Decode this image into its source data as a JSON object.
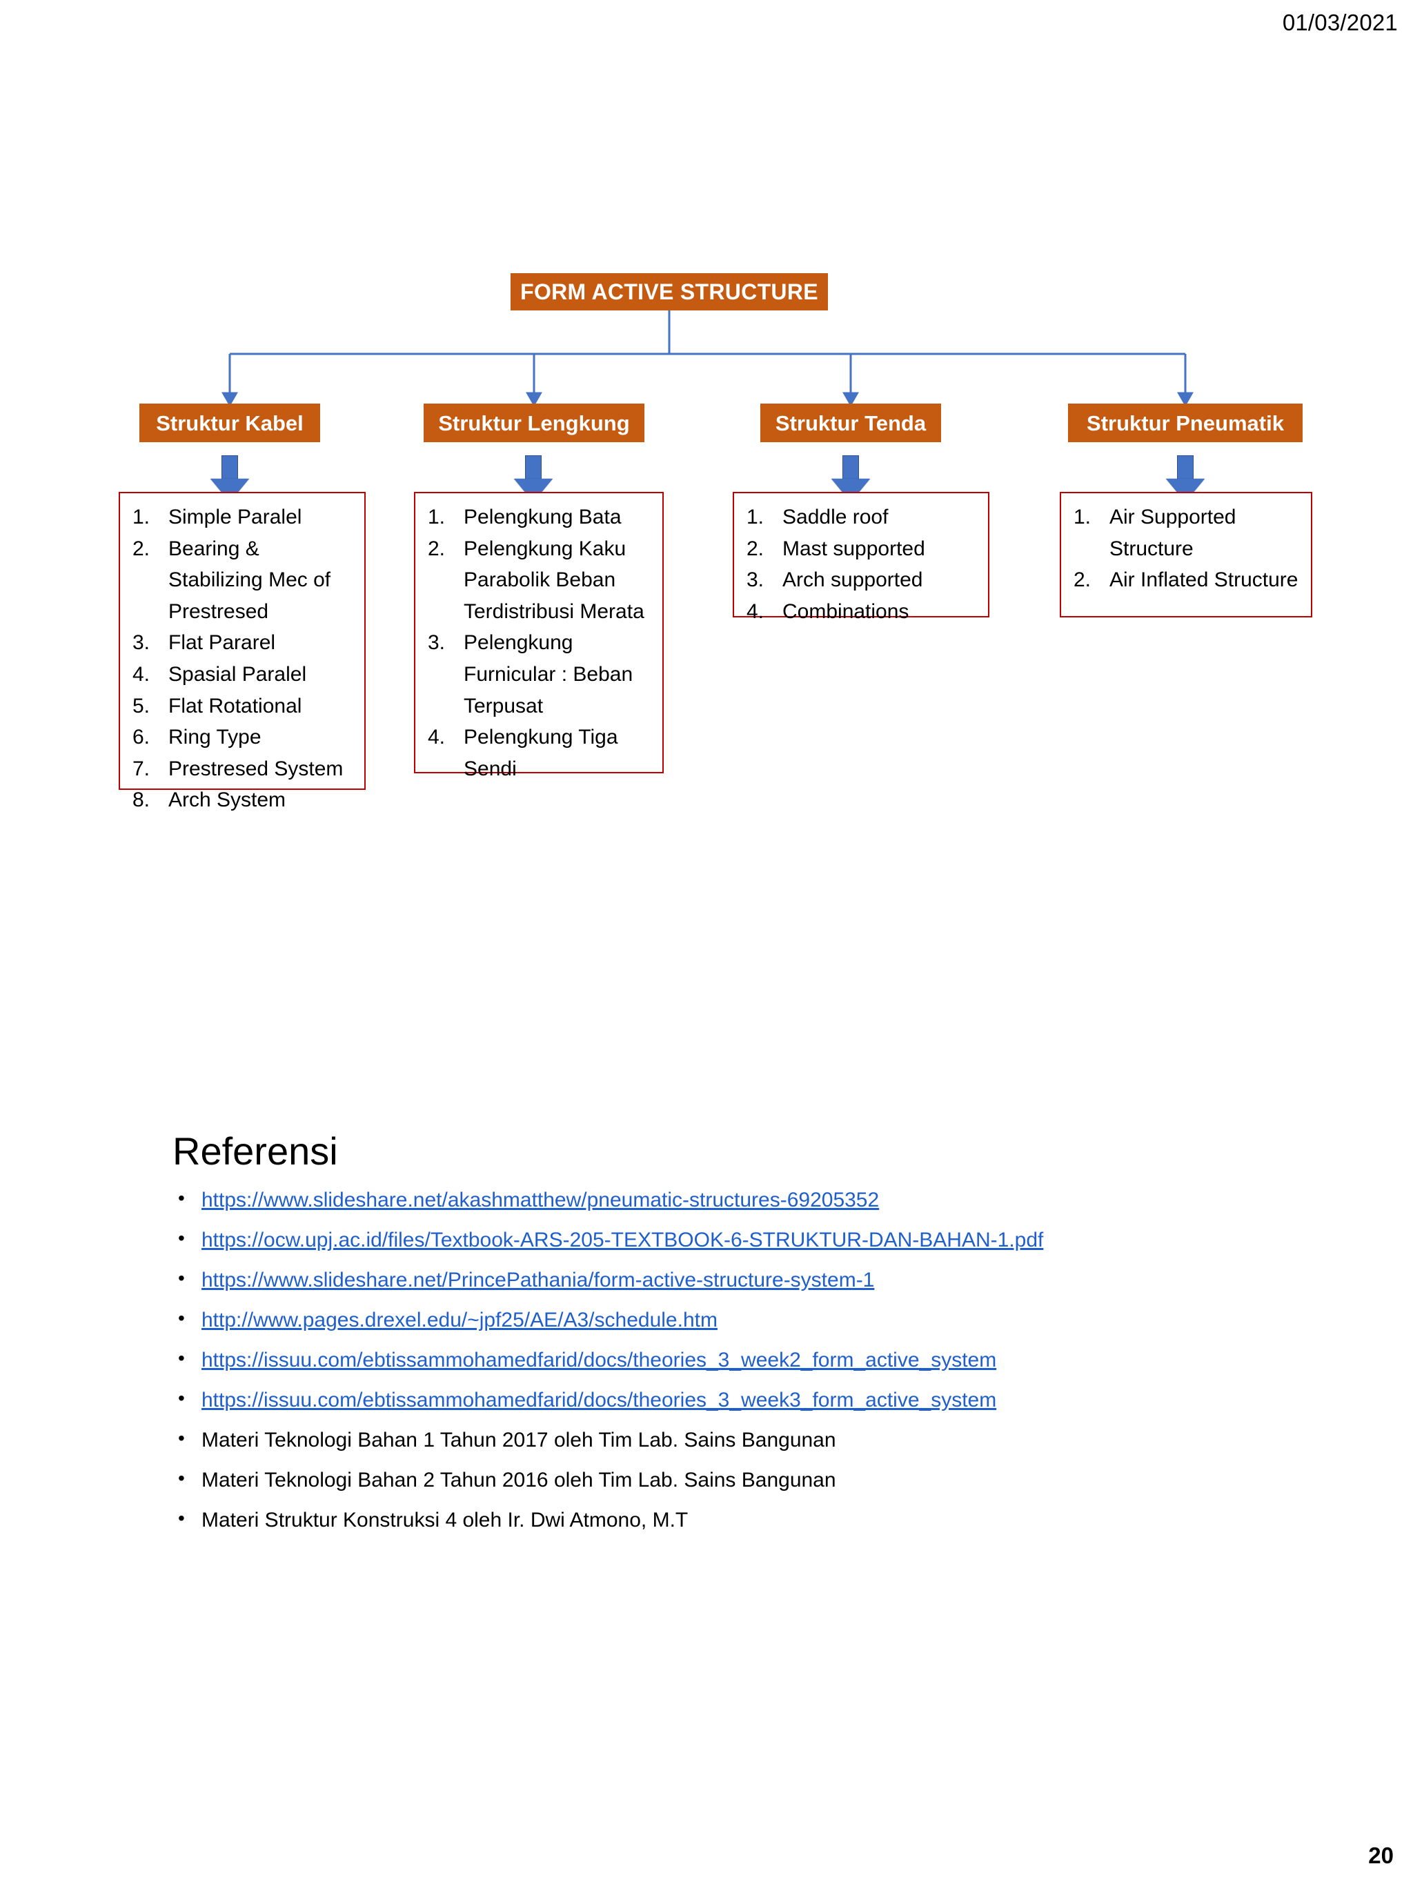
{
  "slide": {
    "date": "01/03/2021",
    "page_number": "20"
  },
  "diagram": {
    "root": {
      "label": "FORM ACTIVE STRUCTURE",
      "color": "#C55A11"
    },
    "arrow_color": "#4472C4",
    "connector_color": "#4472C4",
    "panel_border_color": "#C00000",
    "branches": [
      {
        "label": "Struktur Kabel",
        "items": [
          "Simple Paralel",
          "Bearing & Stabilizing Mec of Prestresed",
          "Flat Pararel",
          "Spasial Paralel",
          "Flat Rotational",
          "Ring Type",
          "Prestresed System",
          "Arch System"
        ]
      },
      {
        "label": "Struktur Lengkung",
        "items": [
          "Pelengkung Bata",
          "Pelengkung Kaku Parabolik Beban Terdistribusi Merata",
          "Pelengkung Furnicular : Beban Terpusat",
          "Pelengkung Tiga Sendi"
        ]
      },
      {
        "label": "Struktur Tenda",
        "items": [
          "Saddle roof",
          "Mast supported",
          "Arch supported",
          "Combinations"
        ]
      },
      {
        "label": "Struktur Pneumatik",
        "items": [
          "Air Supported Structure",
          "Air Inflated Structure"
        ]
      }
    ]
  },
  "references": {
    "title": "Referensi",
    "items": [
      {
        "text": "https://www.slideshare.net/akashmatthew/pneumatic-structures-69205352",
        "is_link": true
      },
      {
        "text": "https://ocw.upj.ac.id/files/Textbook-ARS-205-TEXTBOOK-6-STRUKTUR-DAN-BAHAN-1.pdf",
        "is_link": true
      },
      {
        "text": "https://www.slideshare.net/PrincePathania/form-active-structure-system-1",
        "is_link": true
      },
      {
        "text": "http://www.pages.drexel.edu/~jpf25/AE/A3/schedule.htm",
        "is_link": true
      },
      {
        "text": "https://issuu.com/ebtissammohamedfarid/docs/theories_3_week2_form_active_system",
        "is_link": true
      },
      {
        "text": "https://issuu.com/ebtissammohamedfarid/docs/theories_3_week3_form_active_system",
        "is_link": true
      },
      {
        "text": "Materi Teknologi Bahan 1 Tahun 2017 oleh Tim Lab. Sains Bangunan",
        "is_link": false
      },
      {
        "text": "Materi Teknologi Bahan 2 Tahun 2016 oleh Tim Lab. Sains Bangunan",
        "is_link": false
      },
      {
        "text": "Materi Struktur Konstruksi 4 oleh Ir. Dwi Atmono, M.T",
        "is_link": false
      }
    ]
  }
}
